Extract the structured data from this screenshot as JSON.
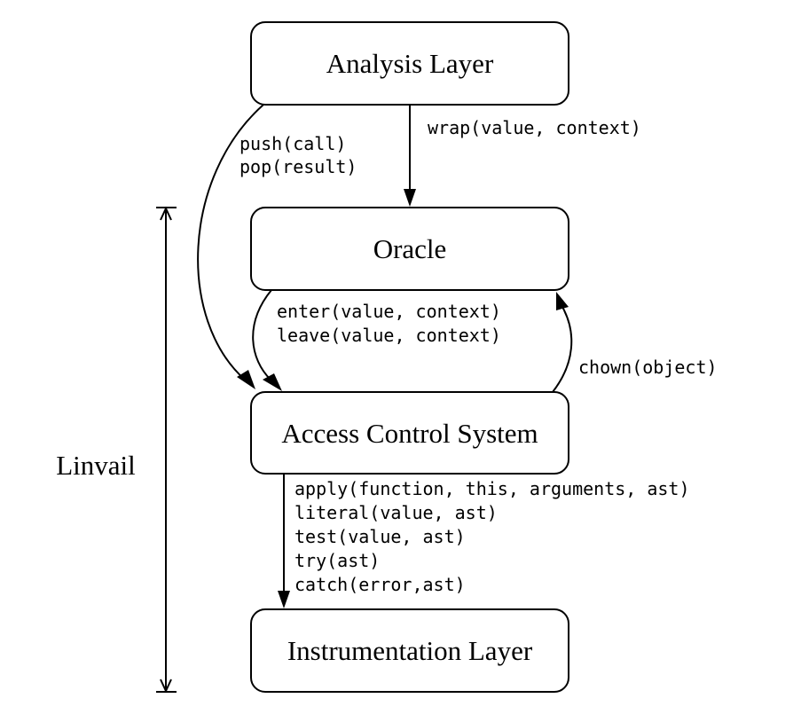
{
  "boxes": {
    "analysis": "Analysis Layer",
    "oracle": "Oracle",
    "acs": "Access Control System",
    "instrumentation": "Instrumentation Layer"
  },
  "edges": {
    "wrap": [
      "wrap(value, context)"
    ],
    "push_pop": [
      "push(call)",
      "pop(result)"
    ],
    "enter_leave": [
      "enter(value, context)",
      "leave(value, context)"
    ],
    "chown": [
      "chown(object)"
    ],
    "traps": [
      "apply(function, this, arguments, ast)",
      "literal(value, ast)",
      "test(value, ast)",
      "try(ast)",
      "catch(error,ast)"
    ]
  },
  "span_label": "Linvail"
}
